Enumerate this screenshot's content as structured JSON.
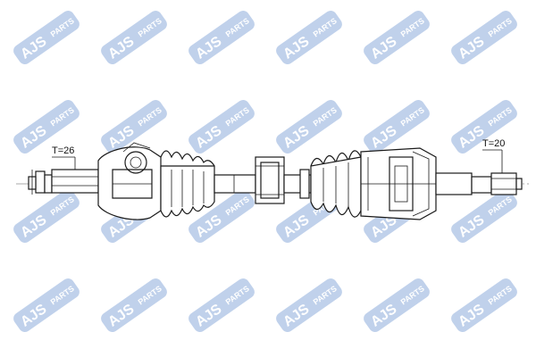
{
  "watermark": {
    "brand": "AJS",
    "suffix": "PARTS",
    "color": "#1f5cb8",
    "grid_rows": 4,
    "grid_cols": 6
  },
  "labels": {
    "left_spline": "T=26",
    "right_spline": "T=20"
  },
  "colors": {
    "line": "#1a1a1a",
    "background": "#ffffff",
    "centerline": "#555555"
  }
}
